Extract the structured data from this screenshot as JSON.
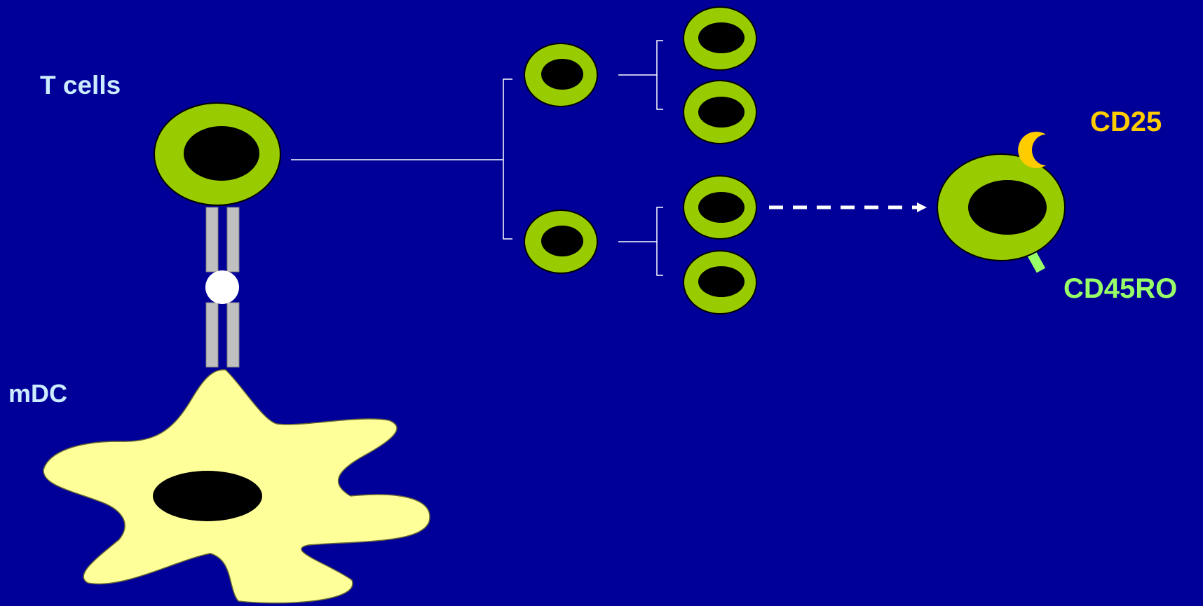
{
  "labels": {
    "t_cells": "T cells",
    "mdc": "mDC",
    "cd25": "CD25",
    "cd45ro": "CD45RO"
  },
  "colors": {
    "background": "#000099",
    "cell_ring": "#99CC00",
    "nucleus": "#000000",
    "dendritic_cell": "#FFFF99",
    "receptor_bar": "#C0C0C0",
    "connector_lines": "#FFFFFF",
    "t_cells_label": "#CCECFF",
    "mdc_label": "#CCECFF",
    "cd25": "#FFCC00",
    "cd45ro": "#99FF66"
  }
}
